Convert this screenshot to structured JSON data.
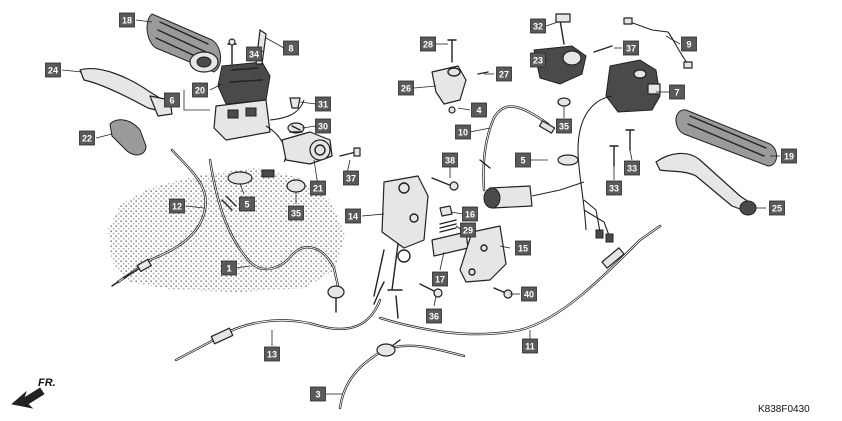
{
  "diagram": {
    "drawing_code": "K838F0430",
    "direction_label": "FR.",
    "callouts": [
      {
        "id": "c1",
        "label": "1"
      },
      {
        "id": "c3",
        "label": "3"
      },
      {
        "id": "c4",
        "label": "4"
      },
      {
        "id": "c5a",
        "label": "5"
      },
      {
        "id": "c5b",
        "label": "5"
      },
      {
        "id": "c6",
        "label": "6"
      },
      {
        "id": "c7",
        "label": "7"
      },
      {
        "id": "c8",
        "label": "8"
      },
      {
        "id": "c9",
        "label": "9"
      },
      {
        "id": "c10",
        "label": "10"
      },
      {
        "id": "c11",
        "label": "11"
      },
      {
        "id": "c12",
        "label": "12"
      },
      {
        "id": "c13",
        "label": "13"
      },
      {
        "id": "c14",
        "label": "14"
      },
      {
        "id": "c15",
        "label": "15"
      },
      {
        "id": "c16",
        "label": "16"
      },
      {
        "id": "c17",
        "label": "17"
      },
      {
        "id": "c18",
        "label": "18"
      },
      {
        "id": "c19",
        "label": "19"
      },
      {
        "id": "c20",
        "label": "20"
      },
      {
        "id": "c21",
        "label": "21"
      },
      {
        "id": "c22",
        "label": "22"
      },
      {
        "id": "c23",
        "label": "23"
      },
      {
        "id": "c24",
        "label": "24"
      },
      {
        "id": "c25",
        "label": "25"
      },
      {
        "id": "c26",
        "label": "26"
      },
      {
        "id": "c27",
        "label": "27"
      },
      {
        "id": "c28",
        "label": "28"
      },
      {
        "id": "c29",
        "label": "29"
      },
      {
        "id": "c30",
        "label": "30"
      },
      {
        "id": "c31",
        "label": "31"
      },
      {
        "id": "c32",
        "label": "32"
      },
      {
        "id": "c33a",
        "label": "33"
      },
      {
        "id": "c33b",
        "label": "33"
      },
      {
        "id": "c34",
        "label": "34"
      },
      {
        "id": "c35a",
        "label": "35"
      },
      {
        "id": "c35b",
        "label": "35"
      },
      {
        "id": "c36",
        "label": "36"
      },
      {
        "id": "c37a",
        "label": "37"
      },
      {
        "id": "c37b",
        "label": "37"
      },
      {
        "id": "c38",
        "label": "38"
      },
      {
        "id": "c40",
        "label": "40"
      }
    ]
  }
}
